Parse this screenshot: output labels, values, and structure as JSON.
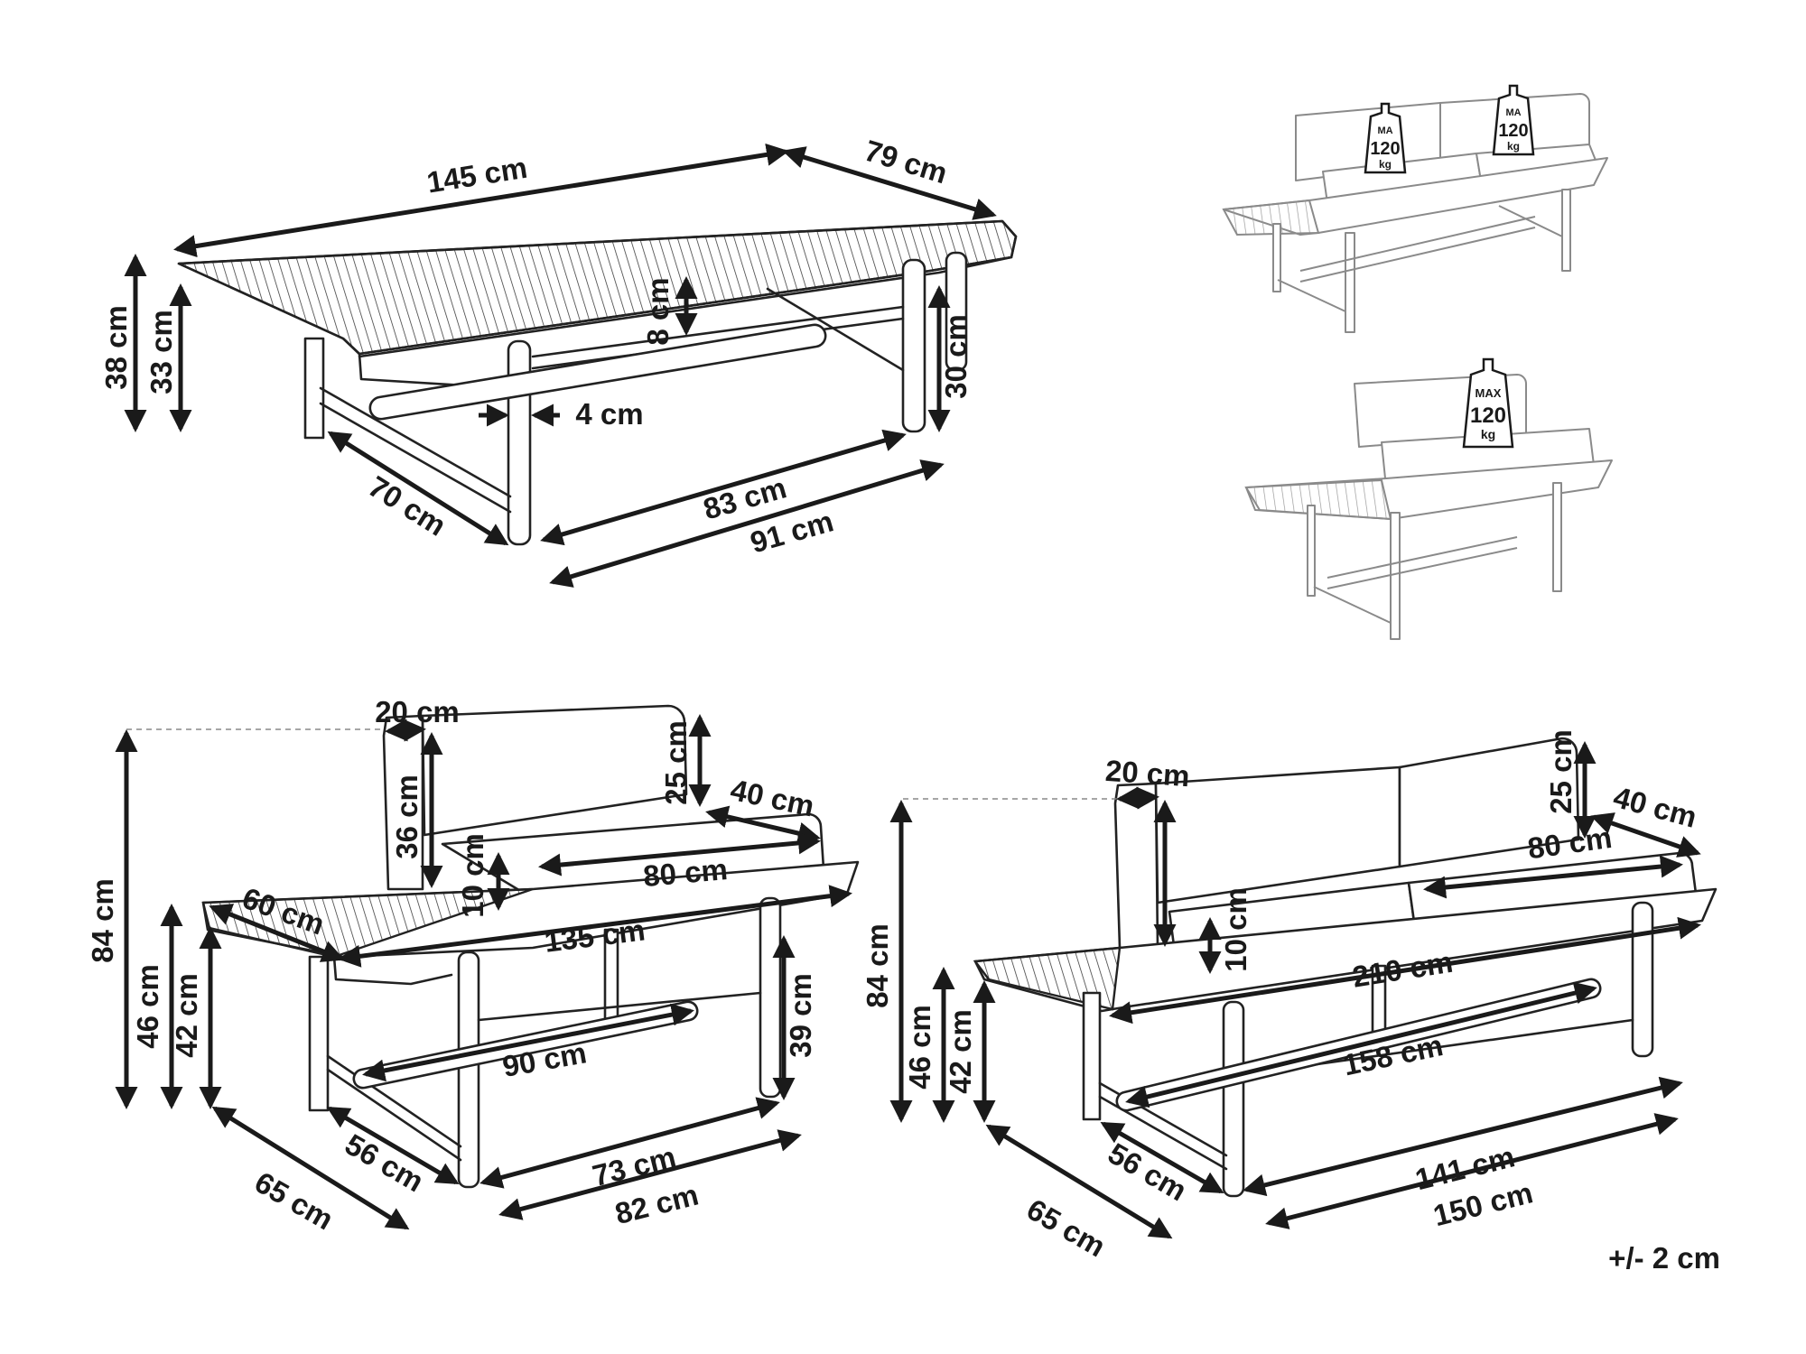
{
  "table": {
    "length": "145 cm",
    "depth": "79 cm",
    "height_total": "38 cm",
    "height_frame": "33 cm",
    "top_thickness": "8 cm",
    "leg_height": "30 cm",
    "leg_thickness": "4 cm",
    "leg_spacing_depth": "70 cm",
    "leg_spacing_length": "83 cm",
    "base_length": "91 cm"
  },
  "weight_badges": {
    "left_badge": [
      "MA",
      "120",
      "kg"
    ],
    "right_badge": [
      "MA",
      "120",
      "kg"
    ],
    "single_badge": [
      "MAX",
      "120",
      "kg"
    ]
  },
  "single_bench": {
    "backrest_depth": "20 cm",
    "backrest_height": "36 cm",
    "backrest_thickness": "25 cm",
    "cushion_depth": "40 cm",
    "cushion_width": "80 cm",
    "cushion_height": "10 cm",
    "total_height": "84 cm",
    "side_table_depth": "60 cm",
    "total_length": "135 cm",
    "seat_height": "46 cm",
    "frame_height": "42 cm",
    "leg_height": "39 cm",
    "stretcher_length": "90 cm",
    "total_depth": "65 cm",
    "leg_spacing_depth": "56 cm",
    "leg_spacing_length": "73 cm",
    "base_length": "82 cm"
  },
  "double_bench": {
    "backrest_depth": "20 cm",
    "backrest_thickness": "25 cm",
    "cushion_depth": "40 cm",
    "cushion_width": "80 cm",
    "cushion_height": "10 cm",
    "total_height": "84 cm",
    "total_length": "210 cm",
    "seat_height": "46 cm",
    "frame_height": "42 cm",
    "stretcher_length": "158 cm",
    "total_depth": "65 cm",
    "leg_spacing_depth": "56 cm",
    "leg_spacing_length": "141 cm",
    "base_length": "150 cm"
  },
  "tolerance": "+/- 2 cm"
}
